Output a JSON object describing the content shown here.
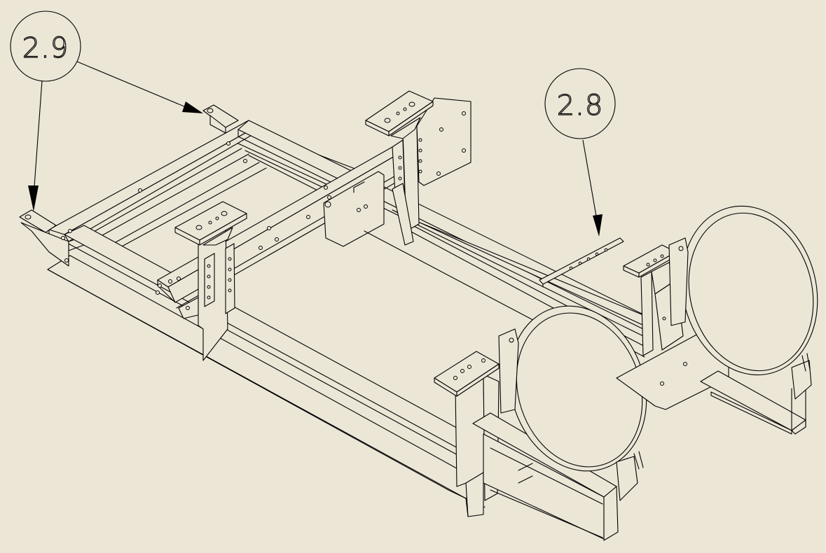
{
  "balloons": [
    {
      "id": "balloon-1",
      "label": "2.9"
    },
    {
      "id": "balloon-2",
      "label": "2.8"
    }
  ],
  "colors": {
    "background": "#ece6d7",
    "line": "#000000"
  }
}
